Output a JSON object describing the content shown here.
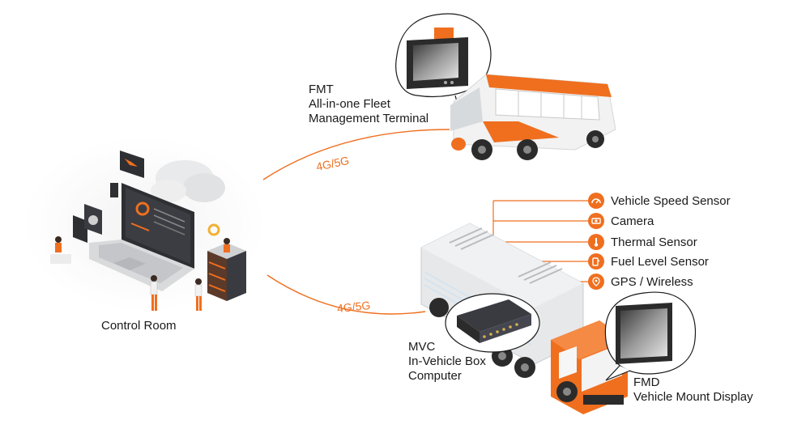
{
  "colors": {
    "accent": "#ef6f1f",
    "line": "#ef6f1f",
    "vehicle_white": "#f4f4f4",
    "vehicle_grey": "#cfd3d6",
    "dark": "#2b2b2b"
  },
  "control_room": {
    "label": "Control Room"
  },
  "links": [
    {
      "label": "4G/5G"
    },
    {
      "label": "4G/5G"
    }
  ],
  "fmt": {
    "line1": "FMT",
    "line2": "All-in-one Fleet",
    "line3": "Management Terminal"
  },
  "mvc": {
    "line1": "MVC",
    "line2": "In-Vehicle Box",
    "line3": "Computer"
  },
  "fmd": {
    "line1": "FMD",
    "line2": "Vehicle Mount Display"
  },
  "sensors": [
    {
      "label": "Vehicle Speed Sensor",
      "icon": "speedometer-icon"
    },
    {
      "label": "Camera",
      "icon": "camera-icon"
    },
    {
      "label": "Thermal Sensor",
      "icon": "thermometer-icon"
    },
    {
      "label": "Fuel Level Sensor",
      "icon": "fuel-icon"
    },
    {
      "label": "GPS / Wireless",
      "icon": "gps-icon"
    }
  ]
}
